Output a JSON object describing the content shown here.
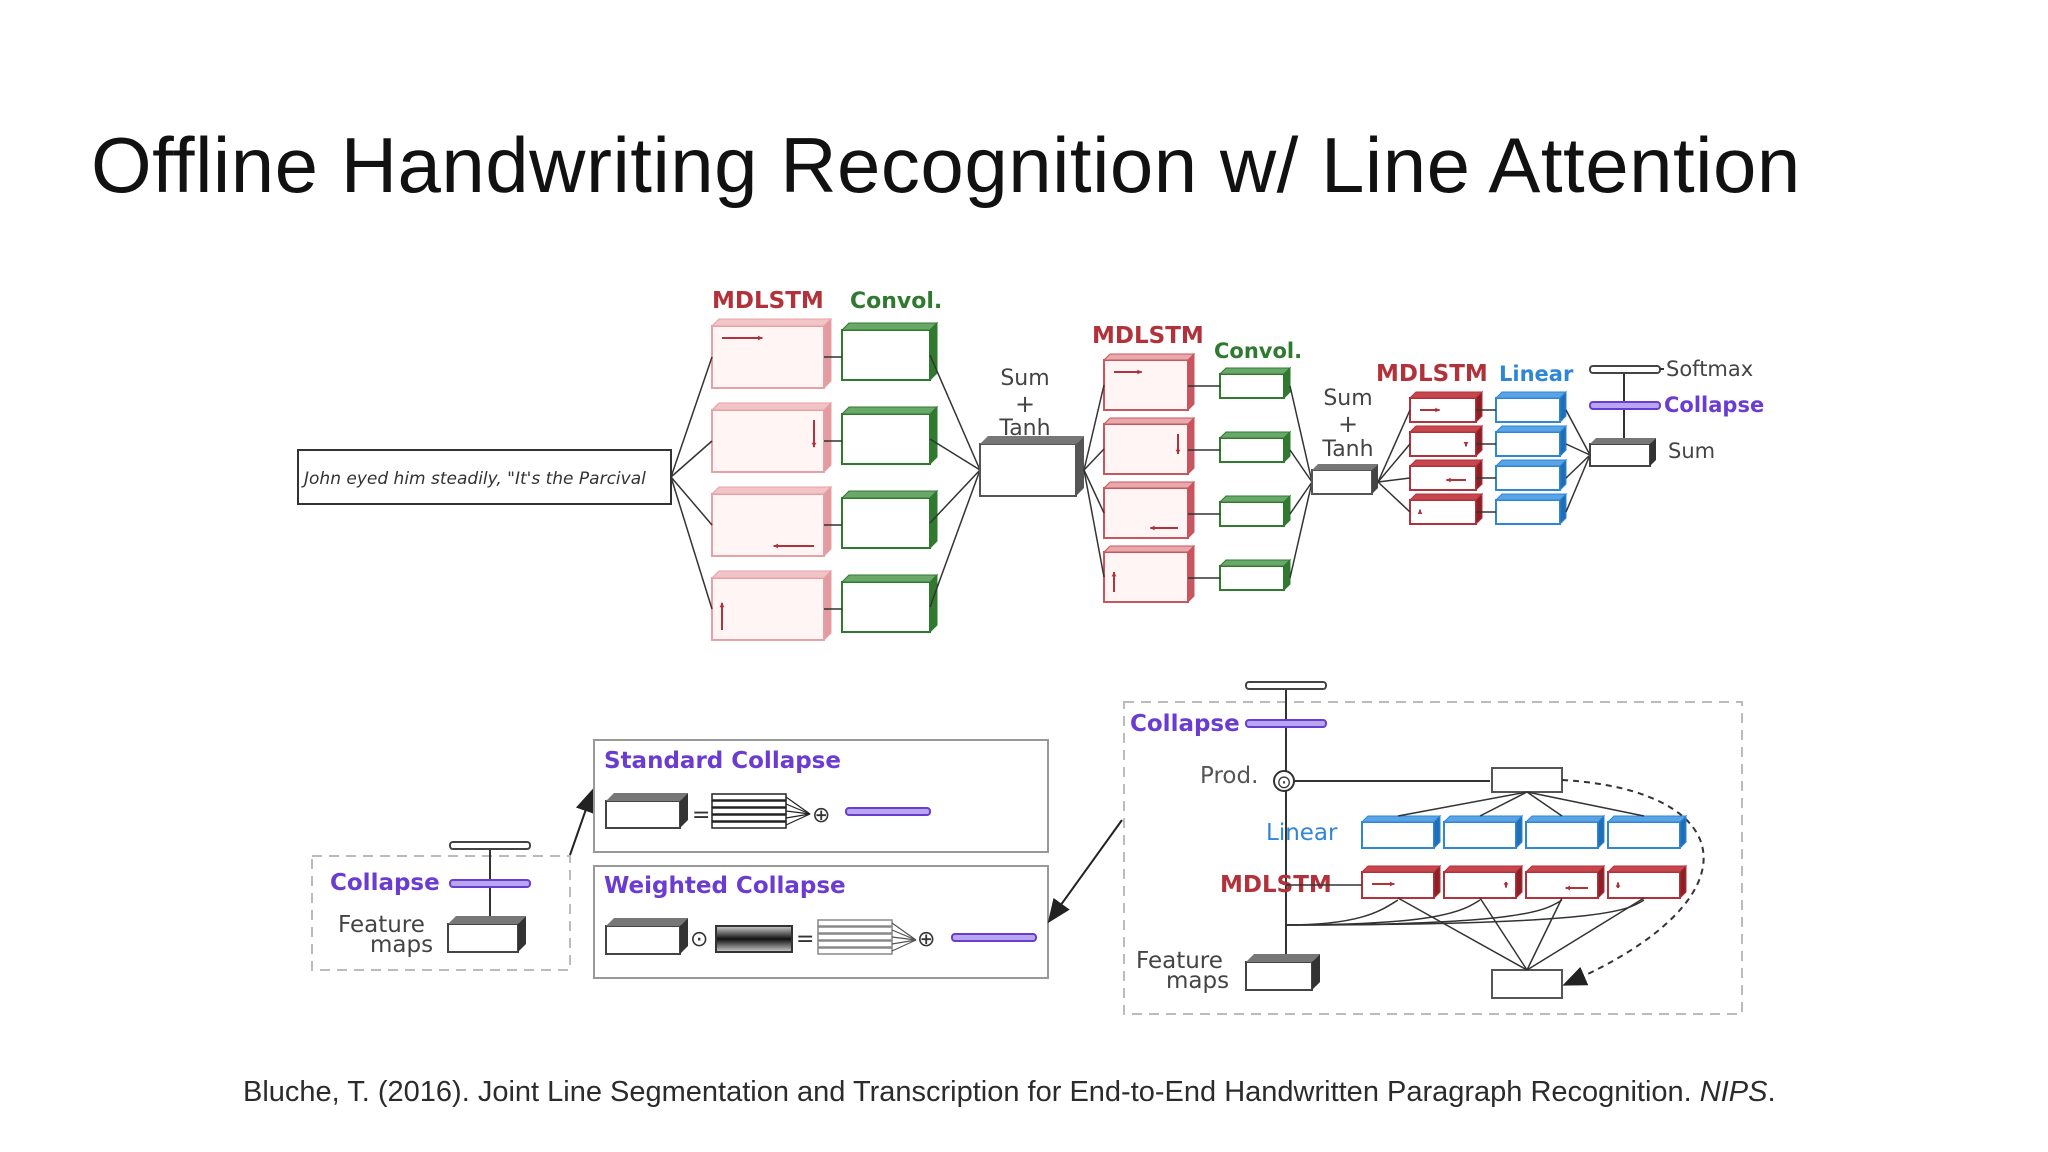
{
  "title": "Offline Handwriting Recognition w/ Line Attention",
  "citation": {
    "text": "Bluche, T. (2016). Joint Line Segmentation and Transcription for End-to-End Handwritten Paragraph Recognition. ",
    "venue": "NIPS",
    "end": "."
  },
  "colors": {
    "mdlstm": "#b1323a",
    "mdlstm_light": "#e8a0a5",
    "convol": "#2f7a2f",
    "linear": "#2f86d6",
    "collapse": "#6a3cd1",
    "gray": "#444444"
  },
  "top": {
    "handwriting": "John eyed him steadily, \"It's the Parcival",
    "stage1": {
      "mdlstm": "MDLSTM",
      "convol": "Convol."
    },
    "sum_tanh_1": {
      "sum": "Sum",
      "plus": "+",
      "tanh": "Tanh"
    },
    "stage2": {
      "mdlstm": "MDLSTM",
      "convol": "Convol."
    },
    "sum_tanh_2": {
      "sum": "Sum",
      "plus": "+",
      "tanh": "Tanh"
    },
    "stage3": {
      "mdlstm": "MDLSTM",
      "linear": "Linear"
    },
    "output": {
      "softmax": "Softmax",
      "collapse": "Collapse",
      "sum": "Sum"
    }
  },
  "bottom_left": {
    "collapse": "Collapse",
    "feature_line1": "Feature",
    "feature_line2": "maps",
    "standard": {
      "title": "Standard Collapse",
      "eq": "=",
      "plus": "⊕"
    },
    "weighted": {
      "title": "Weighted Collapse",
      "dot": "⊙",
      "eq": "=",
      "plus": "⊕"
    }
  },
  "bottom_right": {
    "collapse": "Collapse",
    "prod": "Prod.",
    "prod_symbol": "⊙",
    "linear": "Linear",
    "mdlstm": "MDLSTM",
    "feature_line1": "Feature",
    "feature_line2": "maps"
  }
}
